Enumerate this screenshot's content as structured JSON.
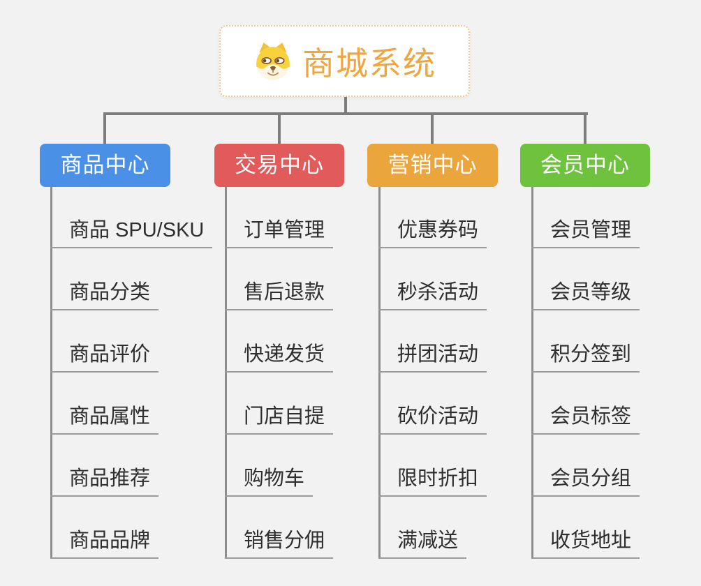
{
  "background_color": "#f2f2f3",
  "connector_color": "#7d7d7d",
  "root": {
    "title": "商城系统",
    "icon": "dog-icon",
    "text_color": "#f0a63e",
    "border_color": "#f2c78a"
  },
  "branches": [
    {
      "label": "商品中心",
      "color": "#4a90e7",
      "children": [
        "商品 SPU/SKU",
        "商品分类",
        "商品评价",
        "商品属性",
        "商品推荐",
        "商品品牌"
      ]
    },
    {
      "label": "交易中心",
      "color": "#e25b5b",
      "children": [
        "订单管理",
        "售后退款",
        "快递发货",
        "门店自提",
        "购物车",
        "销售分佣"
      ]
    },
    {
      "label": "营销中心",
      "color": "#eaa63c",
      "children": [
        "优惠券码",
        "秒杀活动",
        "拼团活动",
        "砍价活动",
        "限时折扣",
        "满减送"
      ]
    },
    {
      "label": "会员中心",
      "color": "#6fc23e",
      "children": [
        "会员管理",
        "会员等级",
        "积分签到",
        "会员标签",
        "会员分组",
        "收货地址"
      ]
    }
  ]
}
